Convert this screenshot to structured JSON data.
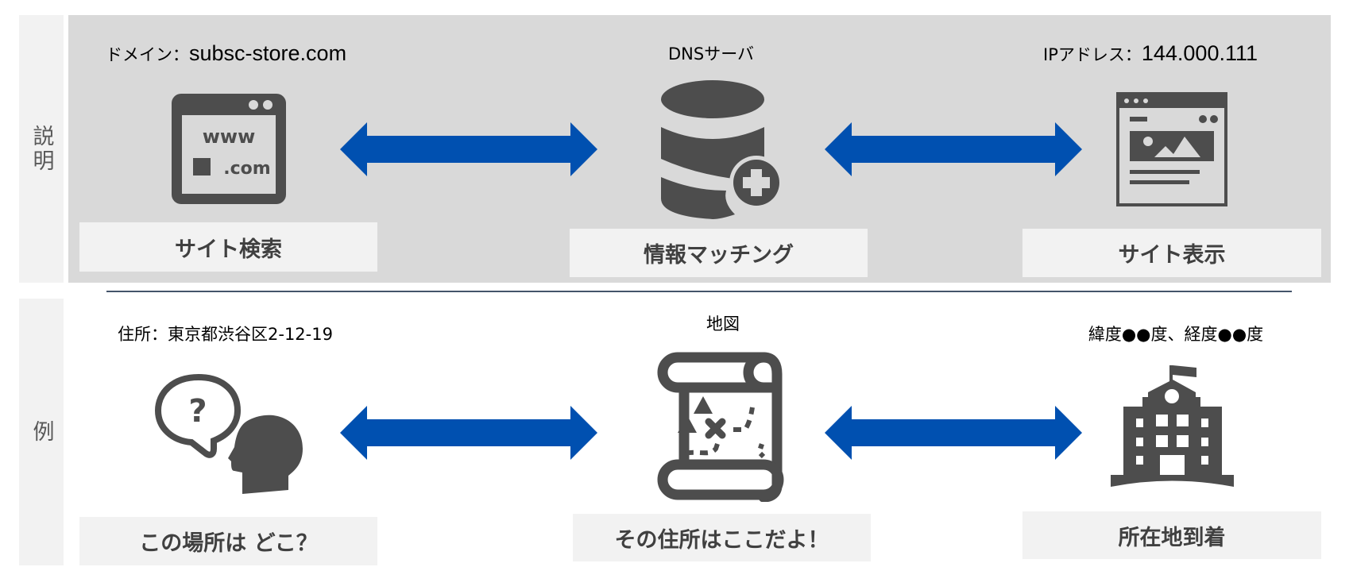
{
  "row_labels": {
    "explanation": "説明",
    "example": "例"
  },
  "explanation_row": {
    "domain_note_prefix": "ドメイン：",
    "domain_note_value": "subsc-store.com",
    "dns_note": "DNSサーバ",
    "ip_note_prefix": "IPアドレス：",
    "ip_note_value": "144.000.111",
    "captions": [
      "サイト検索",
      "情報マッチング",
      "サイト表示"
    ],
    "domain_icon_text": {
      "line1": "www",
      "line2": ".com"
    }
  },
  "example_row": {
    "address_note": "住所：東京都渋谷区2-12-19",
    "map_note": "地図",
    "coords_note": "緯度●●度、経度●●度",
    "captions": [
      "この場所は どこ？",
      "その住所はここだよ！",
      "所在地到着"
    ]
  },
  "colors": {
    "arrow": "#0050B0",
    "icon": "#4D4D4D",
    "panel": "#D9D9D9",
    "label_bg": "#F2F2F2",
    "divider": "#44546A"
  }
}
